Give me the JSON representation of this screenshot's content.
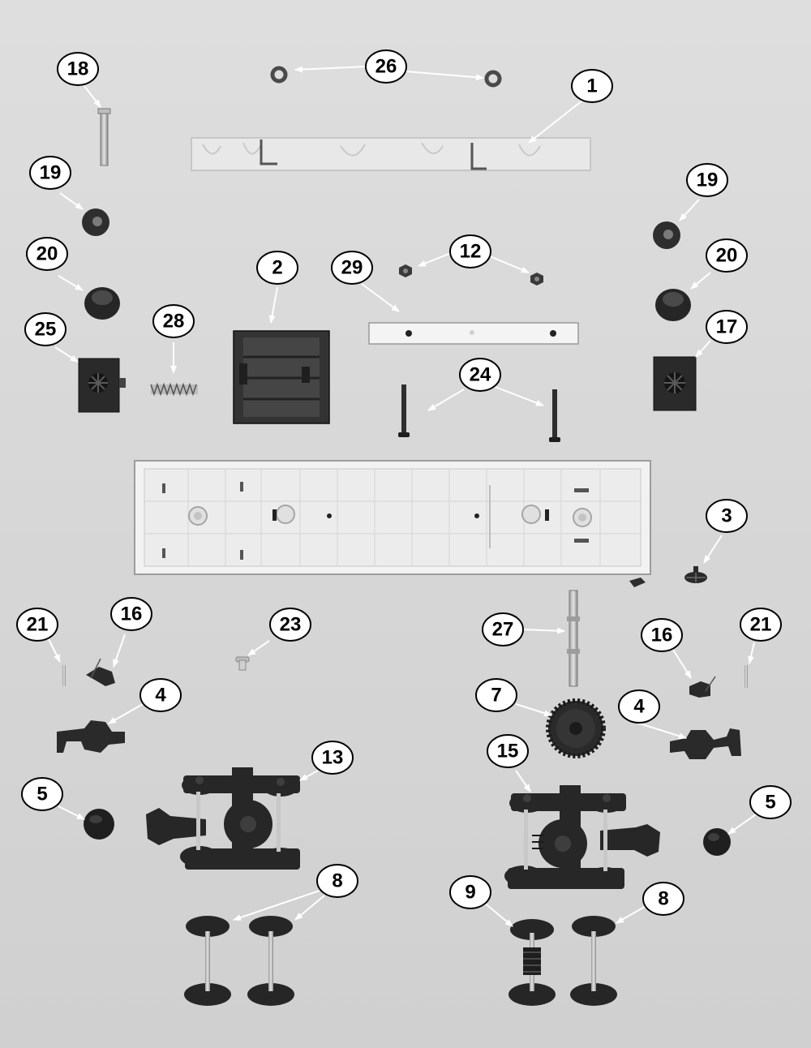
{
  "diagram": {
    "callouts": [
      {
        "id": "c26",
        "label": "26"
      },
      {
        "id": "c1",
        "label": "1"
      },
      {
        "id": "c18",
        "label": "18"
      },
      {
        "id": "c19-left",
        "label": "19"
      },
      {
        "id": "c19-right",
        "label": "19"
      },
      {
        "id": "c20-left",
        "label": "20"
      },
      {
        "id": "c20-right",
        "label": "20"
      },
      {
        "id": "c2",
        "label": "2"
      },
      {
        "id": "c29",
        "label": "29"
      },
      {
        "id": "c12",
        "label": "12"
      },
      {
        "id": "c25",
        "label": "25"
      },
      {
        "id": "c28",
        "label": "28"
      },
      {
        "id": "c17",
        "label": "17"
      },
      {
        "id": "c24",
        "label": "24"
      },
      {
        "id": "c3",
        "label": "3"
      },
      {
        "id": "c21-left",
        "label": "21"
      },
      {
        "id": "c16-left",
        "label": "16"
      },
      {
        "id": "c23",
        "label": "23"
      },
      {
        "id": "c27",
        "label": "27"
      },
      {
        "id": "c16-right",
        "label": "16"
      },
      {
        "id": "c21-right",
        "label": "21"
      },
      {
        "id": "c4-left",
        "label": "4"
      },
      {
        "id": "c7",
        "label": "7"
      },
      {
        "id": "c4-right",
        "label": "4"
      },
      {
        "id": "c13",
        "label": "13"
      },
      {
        "id": "c15",
        "label": "15"
      },
      {
        "id": "c5-left",
        "label": "5"
      },
      {
        "id": "c5-right",
        "label": "5"
      },
      {
        "id": "c8-left",
        "label": "8"
      },
      {
        "id": "c9",
        "label": "9"
      },
      {
        "id": "c8-right",
        "label": "8"
      }
    ]
  }
}
